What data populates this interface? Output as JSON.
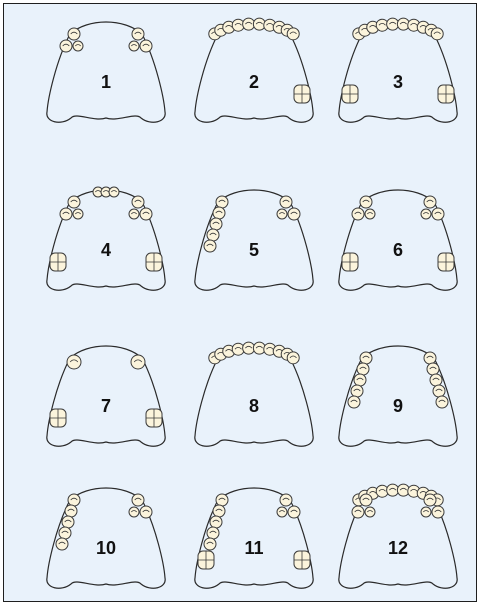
{
  "colors": {
    "background": "#e9f2fb",
    "plate_fill": "#e9f2fb",
    "outline": "#2a2a2a",
    "tooth_fill": "#fbf4dc",
    "tooth_outline": "#3a3a3a"
  },
  "diagrams": [
    {
      "label": "1",
      "teeth": {
        "left": "anterior-pair",
        "right": "anterior-pair"
      }
    },
    {
      "label": "2",
      "teeth": {
        "arch": "full-arch",
        "right_posterior": "molar-block"
      }
    },
    {
      "label": "3",
      "teeth": {
        "arch": "full-arch",
        "left_posterior": "molar-block",
        "right_posterior": "molar-block"
      }
    },
    {
      "label": "4",
      "teeth": {
        "front": "incisor-cluster",
        "left": "anterior-pair",
        "right": "anterior-pair",
        "left_posterior": "molar-block",
        "right_posterior": "molar-block"
      }
    },
    {
      "label": "5",
      "teeth": {
        "left": "long-segment",
        "right": "anterior-pair"
      }
    },
    {
      "label": "6",
      "teeth": {
        "left": "anterior-pair",
        "right": "anterior-pair",
        "left_posterior": "molar-block",
        "right_posterior": "molar-block"
      }
    },
    {
      "label": "7",
      "teeth": {
        "left": "single",
        "right": "single",
        "left_posterior": "molar-block",
        "right_posterior": "molar-block"
      }
    },
    {
      "label": "8",
      "teeth": {
        "arch": "full-arch"
      }
    },
    {
      "label": "9",
      "teeth": {
        "left": "long-segment",
        "right": "long-segment"
      }
    },
    {
      "label": "10",
      "teeth": {
        "left": "long-segment",
        "right": "anterior-pair"
      }
    },
    {
      "label": "11",
      "teeth": {
        "left": "long-segment",
        "right": "anterior-pair",
        "left_posterior": "molar-block",
        "right_posterior": "molar-block"
      }
    },
    {
      "label": "12",
      "teeth": {
        "arch": "full-arch",
        "left": "anterior-pair",
        "right": "anterior-pair"
      }
    }
  ]
}
